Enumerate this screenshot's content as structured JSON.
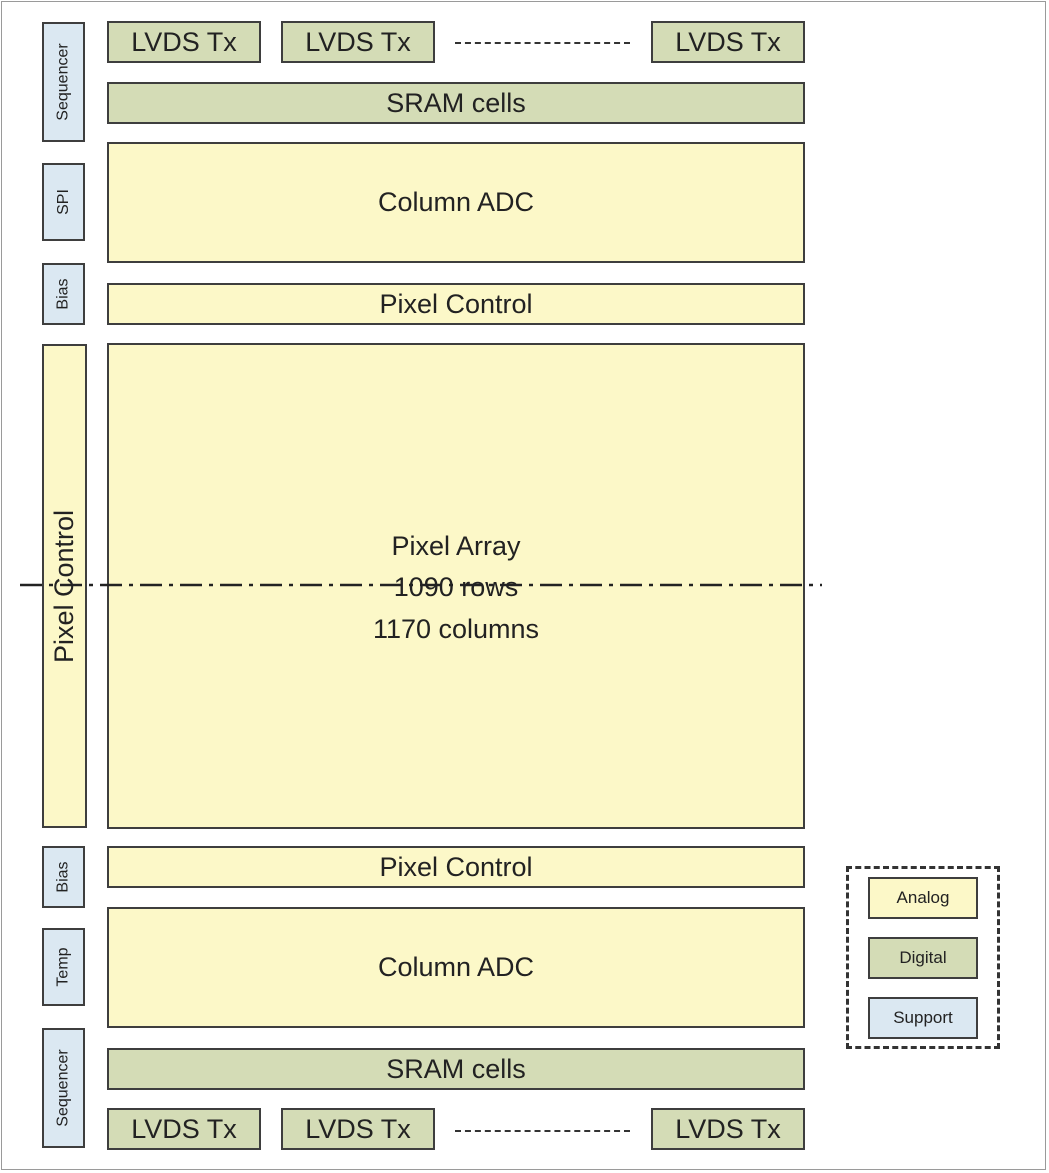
{
  "top": {
    "lvds": [
      "LVDS Tx",
      "LVDS Tx",
      "LVDS Tx"
    ],
    "sram": "SRAM cells",
    "adc": "Column ADC",
    "pixel_control": "Pixel Control"
  },
  "left": {
    "sequencer_top": "Sequencer",
    "spi": "SPI",
    "bias_top": "Bias",
    "pixel_control": "Pixel Control",
    "bias_bottom": "Bias",
    "temp": "Temp",
    "sequencer_bottom": "Sequencer"
  },
  "array": {
    "title": "Pixel Array",
    "rows": "1090 rows",
    "columns": "1170 columns"
  },
  "bottom": {
    "pixel_control": "Pixel Control",
    "adc": "Column ADC",
    "sram": "SRAM cells",
    "lvds": [
      "LVDS Tx",
      "LVDS Tx",
      "LVDS Tx"
    ]
  },
  "legend": {
    "analog": "Analog",
    "digital": "Digital",
    "support": "Support"
  },
  "colors": {
    "analog": "#fcf8c8",
    "digital": "#d4dcb6",
    "support": "#dbe8f2"
  }
}
